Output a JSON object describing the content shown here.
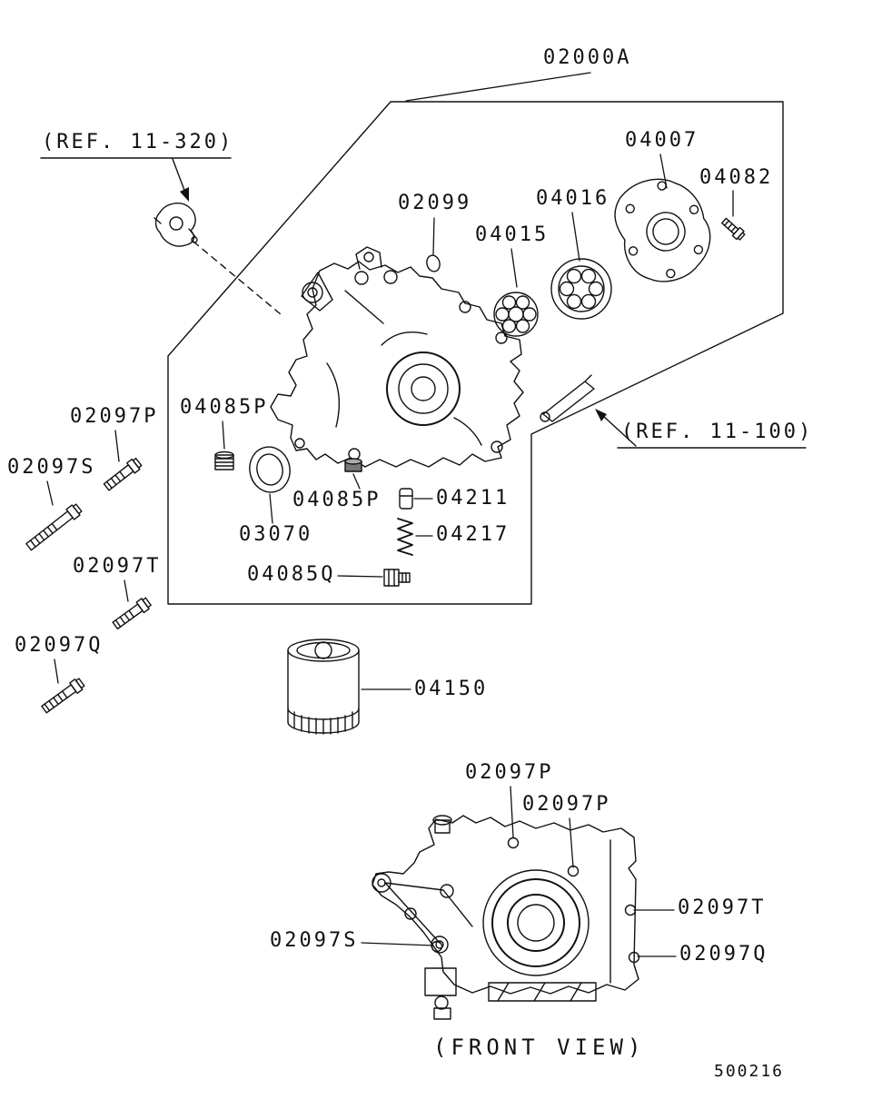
{
  "diagram": {
    "caption": "(FRONT VIEW)",
    "doc_number": "500216",
    "line_color": "#111111",
    "background": "#ffffff"
  },
  "callouts": {
    "assembly": "02000A",
    "ref_top_left": "(REF. 11-320)",
    "ref_right": "(REF. 11-100)",
    "p02099": "02099",
    "p04015": "04015",
    "p04016": "04016",
    "p04007": "04007",
    "p04082": "04082",
    "p02097P_left": "02097P",
    "p02097S_left": "02097S",
    "p04085P_upper": "04085P",
    "p04085P_inner": "04085P",
    "p03070": "03070",
    "p04211": "04211",
    "p04217": "04217",
    "p04085Q": "04085Q",
    "p02097T_left": "02097T",
    "p02097Q_left": "02097Q",
    "p04150": "04150",
    "p02097P_front_1": "02097P",
    "p02097P_front_2": "02097P",
    "p02097T_front": "02097T",
    "p02097Q_front": "02097Q",
    "p02097S_front": "02097S"
  }
}
